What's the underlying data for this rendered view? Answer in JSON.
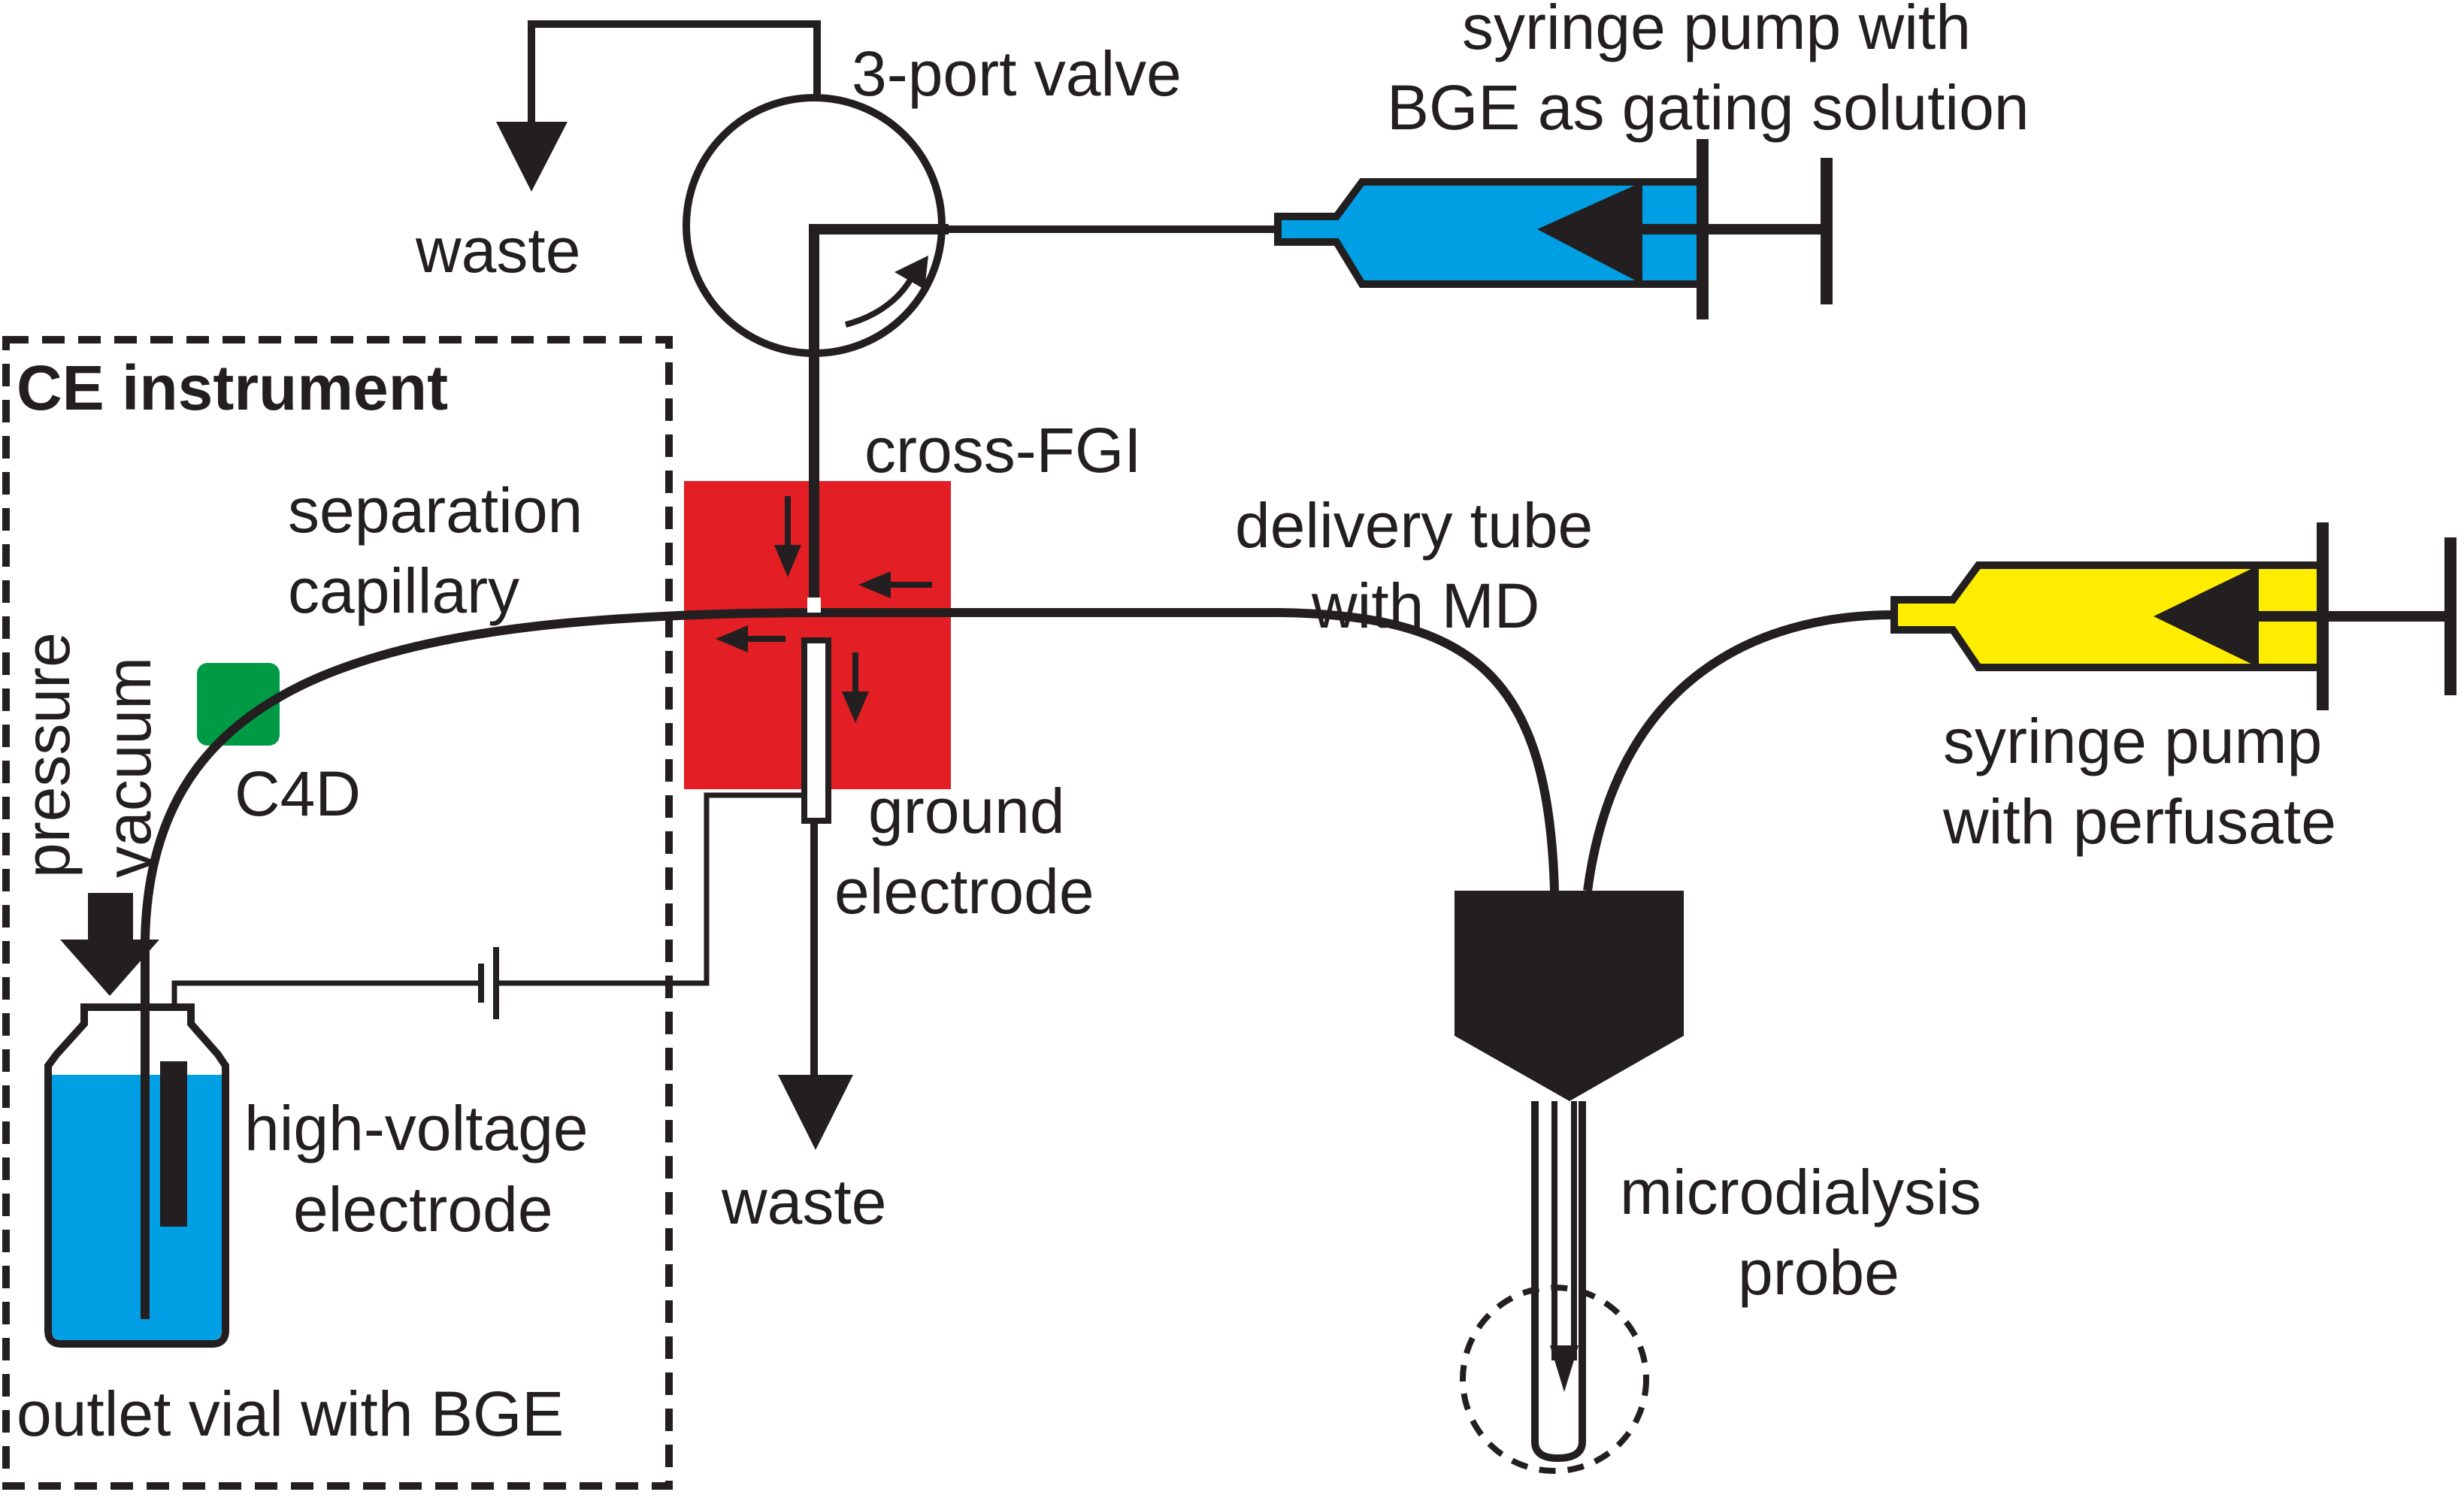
{
  "labels": {
    "three_port_valve": "3-port valve",
    "syringe_gating_line1": "syringe pump with",
    "syringe_gating_line2": "BGE as gating solution",
    "waste_top": "waste",
    "ce_instrument": "CE instrument",
    "cross_fgi": "cross-FGI",
    "separation_line1": "separation",
    "separation_line2": "capillary",
    "delivery_line1": "delivery tube",
    "delivery_line2": "with MD",
    "syringe_perfusate_line1": "syringe pump",
    "syringe_perfusate_line2": "with perfusate",
    "pressure": "pressure",
    "vacuum": "vacuum",
    "c4d": "C4D",
    "ground_line1": "ground",
    "ground_line2": "electrode",
    "high_voltage_line1": "high-voltage",
    "high_voltage_line2": "electrode",
    "waste_bottom": "waste",
    "microdialysis_line1": "microdialysis",
    "microdialysis_line2": "probe",
    "outlet_vial": "outlet vial with BGE"
  },
  "colors": {
    "ink": "#231f20",
    "cross_fgi_block": "#e31e24",
    "c4d_detector": "#009a44",
    "bge_liquid": "#009fe3",
    "perfusate_liquid": "#ffed00"
  }
}
